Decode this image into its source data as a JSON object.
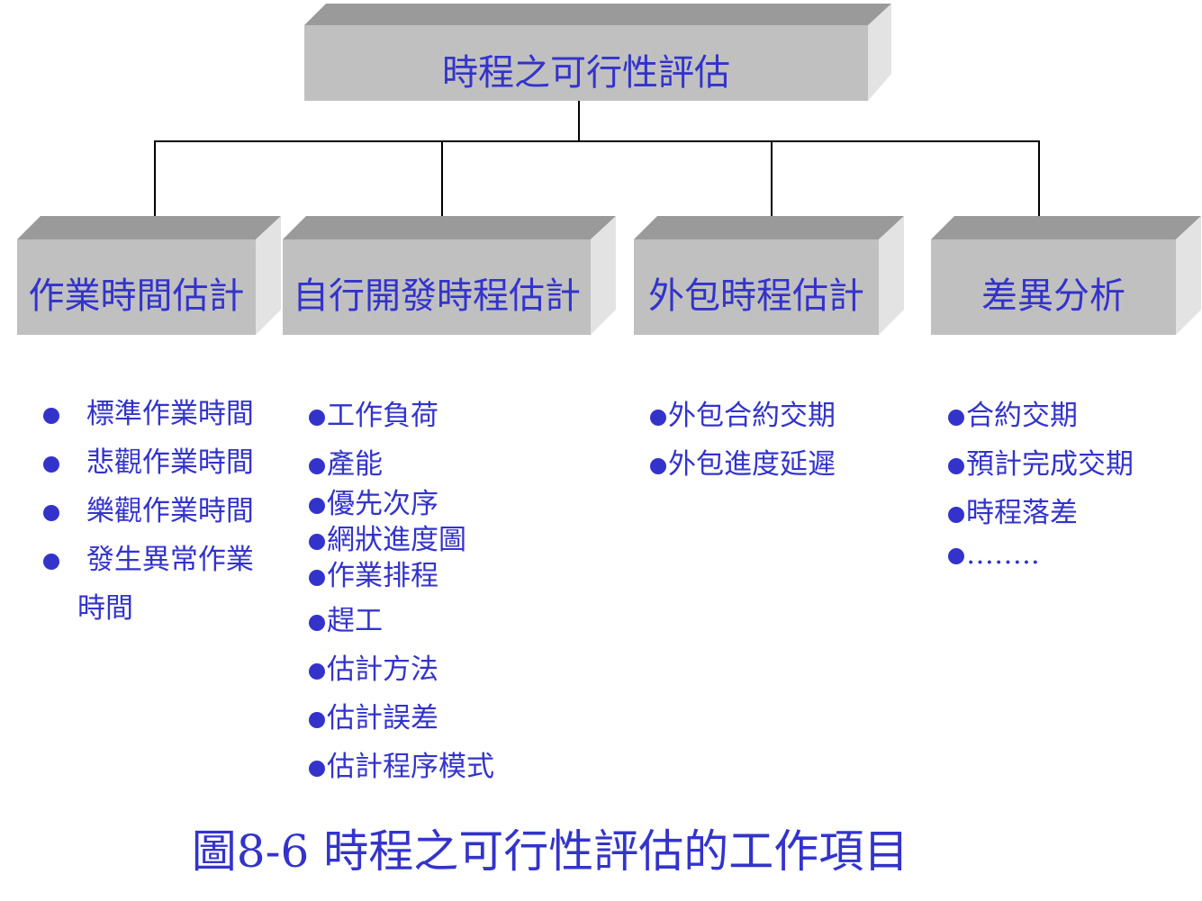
{
  "root": {
    "label": "時程之可行性評估"
  },
  "branches": [
    {
      "label": "作業時間估計",
      "items": [
        "標準作業時間",
        "悲觀作業時間",
        "樂觀作業時間",
        "發生異常作業",
        "時間"
      ]
    },
    {
      "label": "自行開發時程估計",
      "items": [
        "工作負荷",
        "產能",
        "優先次序",
        "網狀進度圖",
        "作業排程",
        "趕工",
        "估計方法",
        "估計誤差",
        "估計程序模式"
      ]
    },
    {
      "label": "外包時程估計",
      "items": [
        "外包合約交期",
        "外包進度延遲"
      ]
    },
    {
      "label": "差異分析",
      "items": [
        "合約交期",
        "預計完成交期",
        "時程落差",
        "…….."
      ]
    }
  ],
  "caption": "圖8-6 時程之可行性評估的工作項目",
  "colors": {
    "text": "#3333cc",
    "box_front": "#c0c0c0",
    "box_top": "#9a9a9a",
    "box_side": "#e3e3e3",
    "connector": "#000000"
  }
}
